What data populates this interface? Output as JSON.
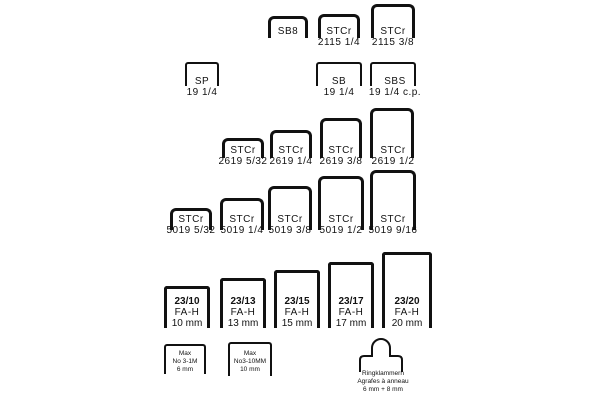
{
  "staples": [
    {
      "id": "sb8",
      "line1": "SB8",
      "line2": ""
    },
    {
      "id": "stcr-2115-14",
      "line1": "STCr",
      "line2": "2115 1/4"
    },
    {
      "id": "stcr-2115-38",
      "line1": "STCr",
      "line2": "2115 3/8"
    },
    {
      "id": "sp-19-14",
      "line1": "SP",
      "line2": "19 1/4"
    },
    {
      "id": "sb-19-14",
      "line1": "SB",
      "line2": "19 1/4"
    },
    {
      "id": "sbs-19-14-cp",
      "line1": "SBS",
      "line2": "19 1/4 c.p."
    },
    {
      "id": "stcr-2619-532",
      "line1": "STCr",
      "line2": "2619 5/32"
    },
    {
      "id": "stcr-2619-14",
      "line1": "STCr",
      "line2": "2619 1/4"
    },
    {
      "id": "stcr-2619-38",
      "line1": "STCr",
      "line2": "2619 3/8"
    },
    {
      "id": "stcr-2619-12",
      "line1": "STCr",
      "line2": "2619 1/2"
    },
    {
      "id": "stcr-5019-532",
      "line1": "STCr",
      "line2": "5019 5/32"
    },
    {
      "id": "stcr-5019-14",
      "line1": "STCr",
      "line2": "5019 1/4"
    },
    {
      "id": "stcr-5019-38",
      "line1": "STCr",
      "line2": "5019 3/8"
    },
    {
      "id": "stcr-5019-12",
      "line1": "STCr",
      "line2": "5019 1/2"
    },
    {
      "id": "stcr-5019-916",
      "line1": "STCr",
      "line2": "5019 9/16"
    },
    {
      "id": "fah-2310",
      "line1": "23/10",
      "line2": "FA-H",
      "line3": "10 mm"
    },
    {
      "id": "fah-2313",
      "line1": "23/13",
      "line2": "FA-H",
      "line3": "13 mm"
    },
    {
      "id": "fah-2315",
      "line1": "23/15",
      "line2": "FA-H",
      "line3": "15 mm"
    },
    {
      "id": "fah-2317",
      "line1": "23/17",
      "line2": "FA-H",
      "line3": "17 mm"
    },
    {
      "id": "fah-2320",
      "line1": "23/20",
      "line2": "FA-H",
      "line3": "20 mm"
    },
    {
      "id": "max-no3-1m",
      "line1": "Max",
      "line2": "No 3-1M",
      "line3": "6 mm"
    },
    {
      "id": "max-no3-10mm",
      "line1": "Max",
      "line2": "No3-10MM",
      "line3": "10 mm"
    }
  ],
  "ring": {
    "line1": "Ringklammern",
    "line2": "Agrafes à anneau",
    "line3": "6 mm + 8 mm"
  }
}
